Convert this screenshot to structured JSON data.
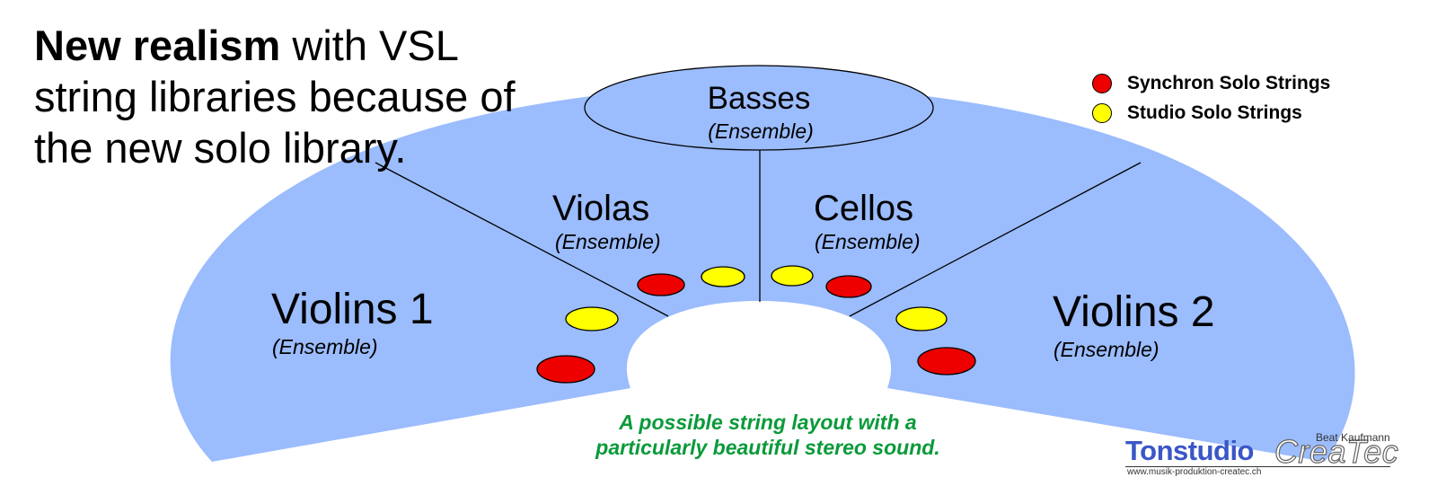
{
  "headline": {
    "bold_part": "New realism",
    "rest": " with VSL string libraries because of the new solo library."
  },
  "colors": {
    "section_fill": "#9bbcfd",
    "synchron": "#ee0000",
    "studio": "#ffff00",
    "caption": "#0a9a3a",
    "logo_blue": "#3a56c8"
  },
  "sections": {
    "basses": {
      "name": "Basses",
      "sub": "(Ensemble)"
    },
    "violas": {
      "name": "Violas",
      "sub": "(Ensemble)"
    },
    "cellos": {
      "name": "Cellos",
      "sub": "(Ensemble)"
    },
    "violins1": {
      "name": "Violins 1",
      "sub": "(Ensemble)"
    },
    "violins2": {
      "name": "Violins 2",
      "sub": "(Ensemble)"
    }
  },
  "legend": [
    {
      "label": "Synchron Solo Strings",
      "color": "#ee0000",
      "icon": "red-dot"
    },
    {
      "label": "Studio Solo Strings",
      "color": "#ffff00",
      "icon": "yellow-dot"
    }
  ],
  "caption": {
    "line1": "A possible string layout with a",
    "line2": "particularly beautiful stereo sound."
  },
  "logo": {
    "main": "Tonstudio",
    "brand": "CreaTec",
    "author": "Beat Kaufmann",
    "url": "www.musik-produktion-createc.ch"
  }
}
